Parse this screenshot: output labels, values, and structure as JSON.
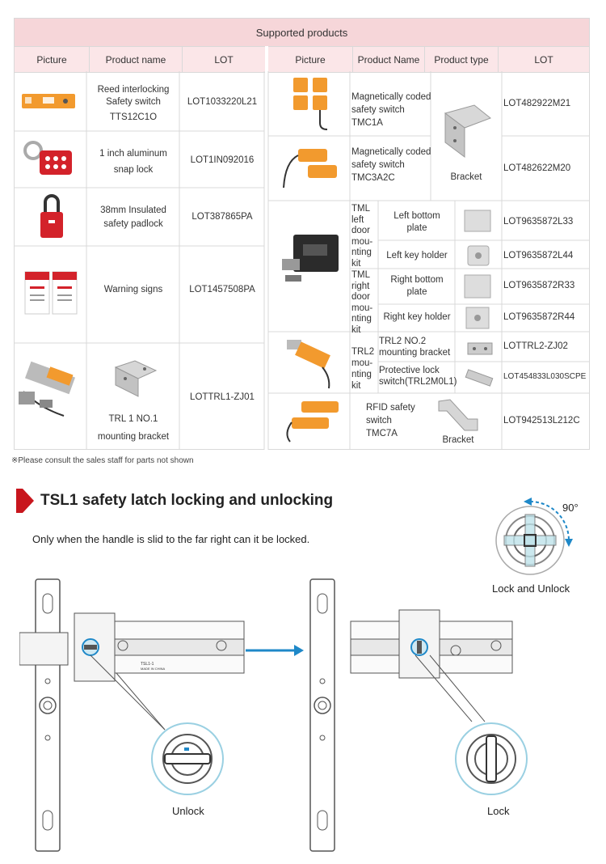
{
  "table": {
    "banner": "Supported products",
    "left_headers": [
      "Picture",
      "Product name",
      "LOT"
    ],
    "right_headers": [
      "Picture",
      "Product Name",
      "Product type",
      "LOT"
    ],
    "left_rows": [
      {
        "name_lines": [
          "Reed interlocking",
          "Safety switch",
          "TTS12C1O"
        ],
        "lot": "LOT1033220L21"
      },
      {
        "name_lines": [
          "1 inch aluminum",
          "snap lock"
        ],
        "lot": "LOT1IN092016"
      },
      {
        "name_lines": [
          "38mm Insulated",
          "safety padlock"
        ],
        "lot": "LOT387865PA"
      },
      {
        "name_lines": [
          "Warning signs"
        ],
        "lot": "LOT1457508PA"
      },
      {
        "name_lines": [
          "TRL 1 NO.1",
          "mounting bracket"
        ],
        "lot": "LOTTRL1-ZJ01"
      }
    ],
    "right_rows": {
      "tmc1a": {
        "name_lines": [
          "Magnetically coded",
          "safety switch",
          "TMC1A"
        ],
        "lot": "LOT482922M21"
      },
      "tmc3a2c": {
        "name_lines": [
          "Magnetically coded",
          "safety switch",
          "TMC3A2C"
        ],
        "lot": "LOT482622M20"
      },
      "bracket": "Bracket",
      "tml_left": "TML left door mou- nting kit",
      "tml_right": "TML right door mou- nting kit",
      "left_bottom": {
        "name_lines": [
          "Left bottom",
          "plate"
        ],
        "lot": "LOT9635872L33"
      },
      "left_key": {
        "name": "Left key holder",
        "lot": "LOT9635872L44"
      },
      "right_bottom": {
        "name_lines": [
          "Right bottom",
          "plate"
        ],
        "lot": "LOT9635872R33"
      },
      "right_key": {
        "name": "Right key holder",
        "lot": "LOT9635872R44"
      },
      "trl2_kit": "TRL2 mou- nting kit",
      "trl2_bracket": {
        "name_lines": [
          "TRL2  NO.2",
          "mounting bracket"
        ],
        "lot": "LOTTRL2-ZJ02"
      },
      "trl2_protect": {
        "name_lines": [
          "Protective lock",
          "switch(TRL2M0L1)"
        ],
        "lot": "LOT454833L030SCPE"
      },
      "rfid": {
        "name_lines": [
          "RFID safety",
          "switch",
          "TMC7A"
        ],
        "type": "Bracket",
        "lot": "LOT942513L212C"
      }
    }
  },
  "note": "※Please consult the sales staff for parts not shown",
  "section": {
    "title": "TSL1 safety latch locking and unlocking",
    "description": "Only when the handle is slid to the far right can it be locked.",
    "angle": "90°",
    "lock_unlock_caption": "Lock and Unlock",
    "unlock_caption": "Unlock",
    "lock_caption": "Lock",
    "label_line1": "TSL1-1",
    "label_line2": "MADE IN CHINA"
  },
  "colors": {
    "banner": "#f6d6d9",
    "header": "#fbe6e8",
    "accent": "#c8161d",
    "arrow": "#1e88c8",
    "orange": "#f29a2e"
  }
}
